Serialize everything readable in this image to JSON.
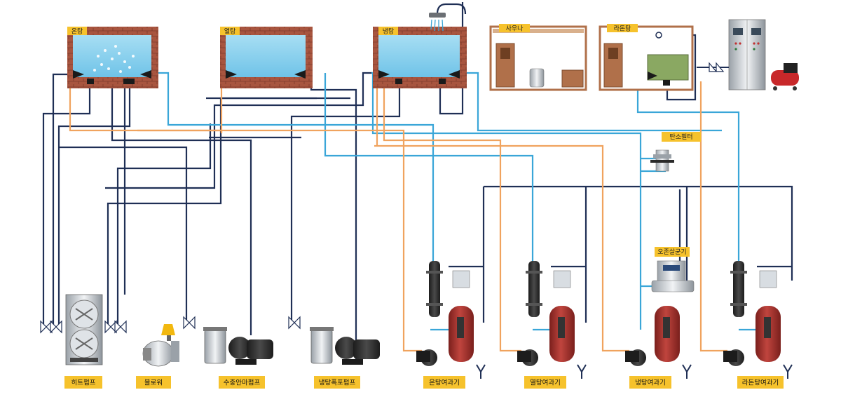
{
  "colors": {
    "pipe_navy": "#1f2f55",
    "pipe_blue": "#3aa6d8",
    "pipe_orange": "#f0a35e",
    "label_bg": "#f6c22c",
    "brick": "#a8553f",
    "water": "#8fd3ef",
    "wood": "#b0704a",
    "tank_red": "#a8302c"
  },
  "pools": {
    "warm": "온탕",
    "hot": "열탕",
    "cold": "냉탕"
  },
  "rooms": {
    "sauna": "사우나",
    "radon": "라돈탕"
  },
  "carbon_filter": "탄소필터",
  "ozone": "오존살균기",
  "equipment": {
    "heat_pump": "히트펌프",
    "blower": "블로워",
    "massage_pump": "수중안마펌프",
    "waterfall_pump": "냉탕폭포펌프",
    "filter_warm": "온탕여과기",
    "filter_hot": "열탕여과기",
    "filter_cold": "냉탕여과기",
    "filter_radon": "라돈탕여과기"
  }
}
